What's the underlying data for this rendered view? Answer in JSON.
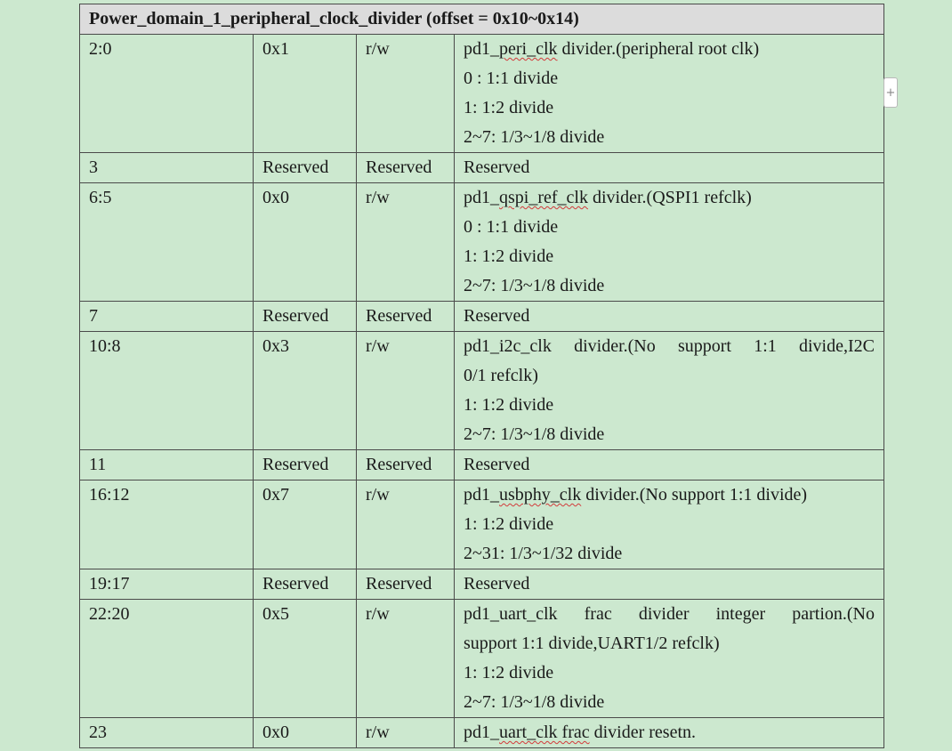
{
  "table": {
    "header": "Power_domain_1_peripheral_clock_divider (offset = 0x10~0x14)",
    "rows": [
      {
        "bits": "2:0",
        "default": "0x1",
        "access": "r/w",
        "desc": [
          {
            "pre": "pd1_",
            "sq": "peri_clk",
            "post": " divider.(peripheral root clk)"
          },
          {
            "text": "0 : 1:1 divide"
          },
          {
            "text": "1: 1:2 divide"
          },
          {
            "text": "2~7: 1/3~1/8 divide"
          }
        ]
      },
      {
        "bits": "3",
        "default": "Reserved",
        "access": "Reserved",
        "desc": [
          {
            "text": "Reserved"
          }
        ]
      },
      {
        "bits": "6:5",
        "default": "0x0",
        "access": "r/w",
        "desc": [
          {
            "pre": "pd1_",
            "sq": "qspi_ref_clk",
            "post": " divider.(QSPI1 refclk)"
          },
          {
            "text": "0 : 1:1 divide"
          },
          {
            "text": "1: 1:2 divide"
          },
          {
            "text": "2~7: 1/3~1/8 divide"
          }
        ]
      },
      {
        "bits": "7",
        "default": "Reserved",
        "access": "Reserved",
        "desc": [
          {
            "text": "Reserved"
          }
        ]
      },
      {
        "bits": "10:8",
        "default": "0x3",
        "access": "r/w",
        "desc": [
          {
            "text": "pd1_i2c_clk divider.(No support 1:1 divide,I2C",
            "justify": true
          },
          {
            "text": "0/1 refclk)"
          },
          {
            "text": "1: 1:2 divide"
          },
          {
            "text": "2~7: 1/3~1/8 divide"
          }
        ]
      },
      {
        "bits": "11",
        "default": "Reserved",
        "access": "Reserved",
        "desc": [
          {
            "text": "Reserved"
          }
        ]
      },
      {
        "bits": "16:12",
        "default": "0x7",
        "access": "r/w",
        "desc": [
          {
            "pre": "pd1_",
            "sq": "usbphy_clk",
            "post": " divider.(No support 1:1 divide)"
          },
          {
            "text": "1: 1:2 divide"
          },
          {
            "text": "2~31: 1/3~1/32 divide"
          }
        ]
      },
      {
        "bits": "19:17",
        "default": "Reserved",
        "access": "Reserved",
        "desc": [
          {
            "text": "Reserved"
          }
        ]
      },
      {
        "bits": "22:20",
        "default": "0x5",
        "access": "r/w",
        "desc": [
          {
            "text": "pd1_uart_clk frac divider integer partion.(No",
            "justify": true
          },
          {
            "text": "support 1:1 divide,UART1/2 refclk)"
          },
          {
            "text": "1: 1:2 divide"
          },
          {
            "text": "2~7: 1/3~1/8 divide"
          }
        ]
      },
      {
        "bits": "23",
        "default": "0x0",
        "access": "r/w",
        "desc": [
          {
            "pre": "pd1_",
            "sq": "uart_clk frac",
            "post": " divider resetn."
          }
        ]
      }
    ]
  },
  "side_handle": {
    "glyph": "+"
  }
}
